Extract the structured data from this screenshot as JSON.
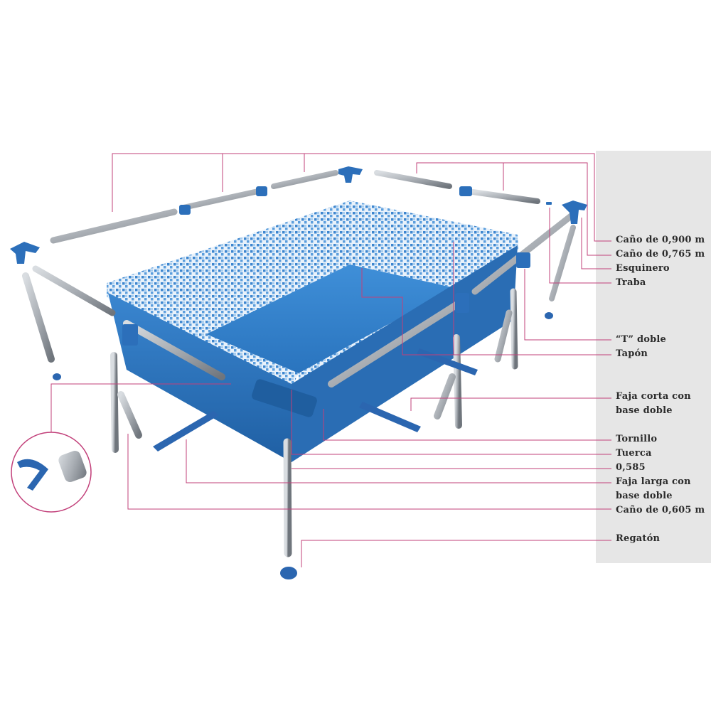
{
  "colors": {
    "leader_line": "#c2407a",
    "label_text": "#2b2b2b",
    "label_panel": "#e6e6e6",
    "pool_blue": "#2f78c2",
    "pool_blue_dark": "#1e5c9f",
    "pipe_silver": "#a9aeb4"
  },
  "labels": {
    "cano_0900": "Caño de 0,900 m",
    "cano_0765": "Caño de 0,765 m",
    "esquinero": "Esquinero",
    "traba": "Traba",
    "t_doble": "“T” doble",
    "tapon": "Tapón",
    "faja_corta_1": "Faja corta con",
    "faja_corta_2": "base doble",
    "tornillo": "Tornillo",
    "tuerca": "Tuerca",
    "medida_0585": "0,585",
    "faja_larga_1": "Faja larga con",
    "faja_larga_2": "base doble",
    "cano_0605": "Caño de 0,605 m",
    "regaton": "Regatón"
  }
}
